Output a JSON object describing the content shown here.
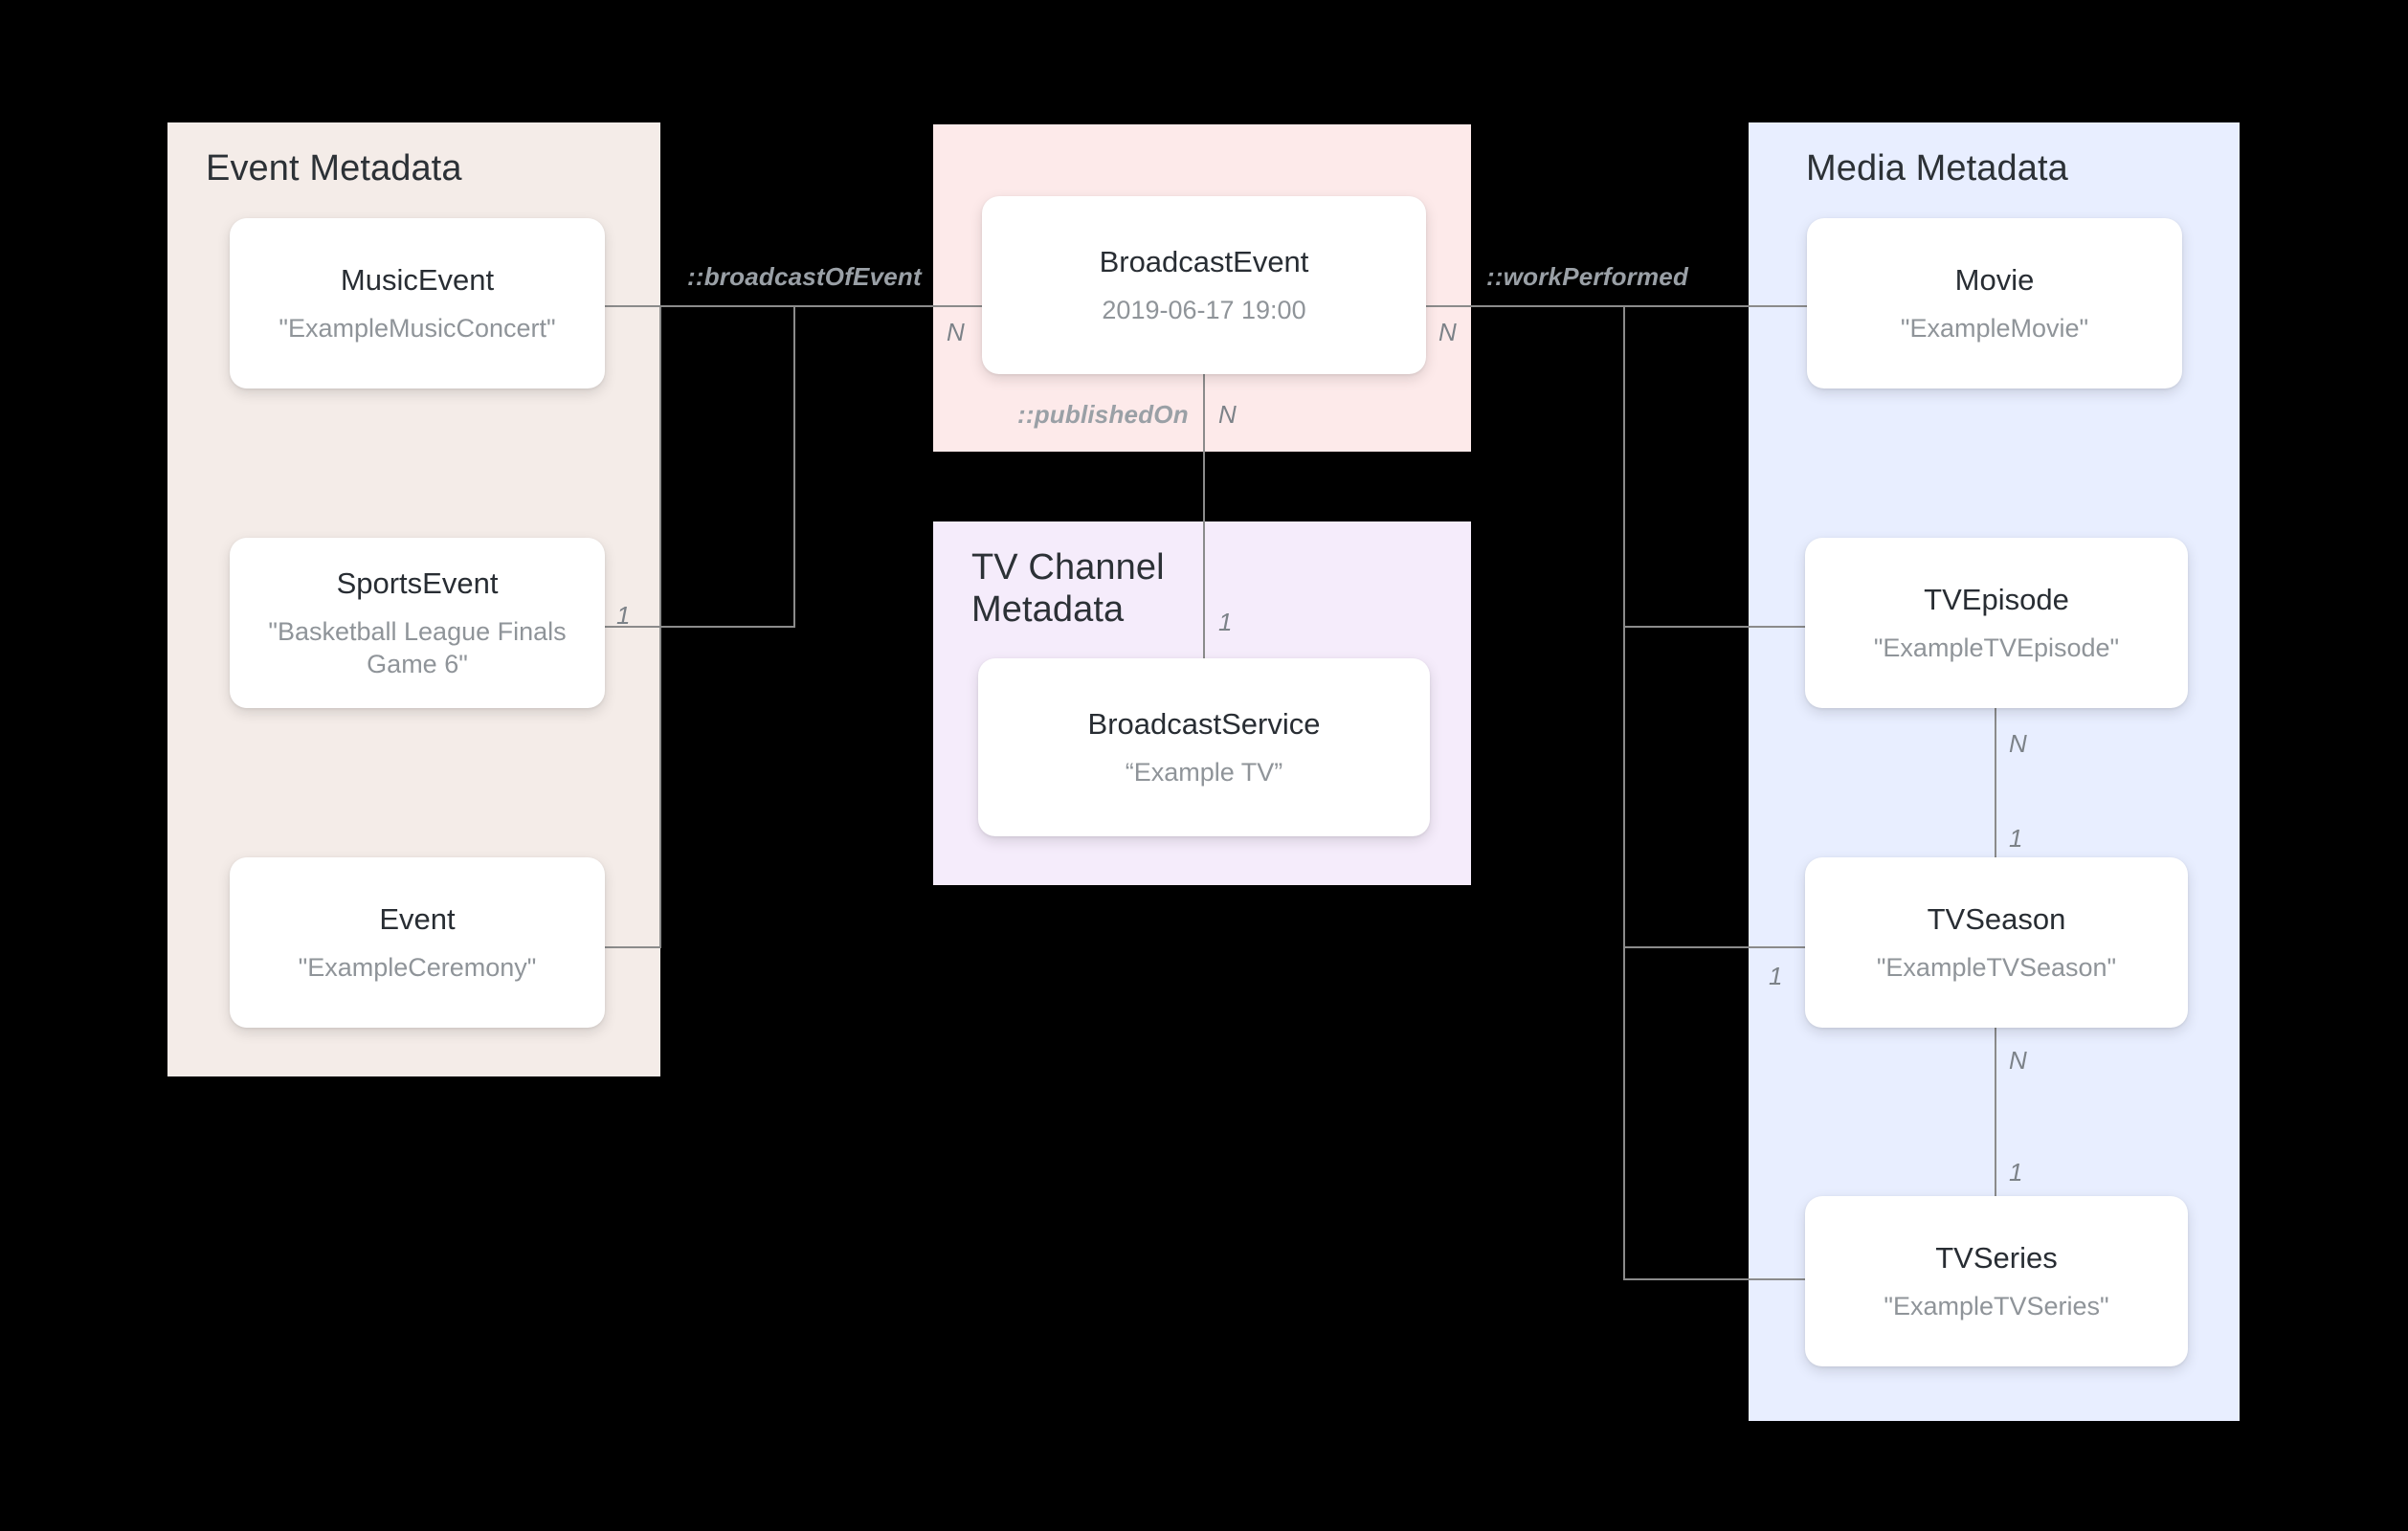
{
  "diagram": {
    "title": "Broadcast / Media metadata entity relationship diagram",
    "background": "#000000",
    "line_color": "#8b8b8b"
  },
  "panels": [
    {
      "id": "event",
      "title": "Event Metadata",
      "color": "#f4ece8"
    },
    {
      "id": "bcast",
      "title": "",
      "color": "#fdeaea"
    },
    {
      "id": "tv",
      "title": "TV Channel\nMetadata",
      "color": "#f5ecfb"
    },
    {
      "id": "media",
      "title": "Media Metadata",
      "color": "#e8eeff"
    }
  ],
  "cards": {
    "musicevent": {
      "type": "MusicEvent",
      "value": "\"ExampleMusicConcert\""
    },
    "sportsevent": {
      "type": "SportsEvent",
      "value": "\"Basketball League Finals Game 6\""
    },
    "event": {
      "type": "Event",
      "value": "\"ExampleCeremony\""
    },
    "broadcastevent": {
      "type": "BroadcastEvent",
      "value": "2019-06-17 19:00"
    },
    "broadcastservice": {
      "type": "BroadcastService",
      "value": "“Example TV”"
    },
    "movie": {
      "type": "Movie",
      "value": "\"ExampleMovie\""
    },
    "tvepisode": {
      "type": "TVEpisode",
      "value": "\"ExampleTVEpisode\""
    },
    "tvseason": {
      "type": "TVSeason",
      "value": "\"ExampleTVSeason\""
    },
    "tvseries": {
      "type": "TVSeries",
      "value": "\"ExampleTVSeries\""
    }
  },
  "edges": {
    "broadcast_of_event": "::broadcastOfEvent",
    "work_performed": "::workPerformed",
    "published_on": "::publishedOn"
  },
  "cardinality": {
    "bcast_left_n": "N",
    "bcast_right_n": "N",
    "bcast_bottom_n": "N",
    "sportsevent_one": "1",
    "service_one": "1",
    "episode_n": "N",
    "season_one_top": "1",
    "season_one_left": "1",
    "season_n": "N",
    "series_one": "1"
  }
}
